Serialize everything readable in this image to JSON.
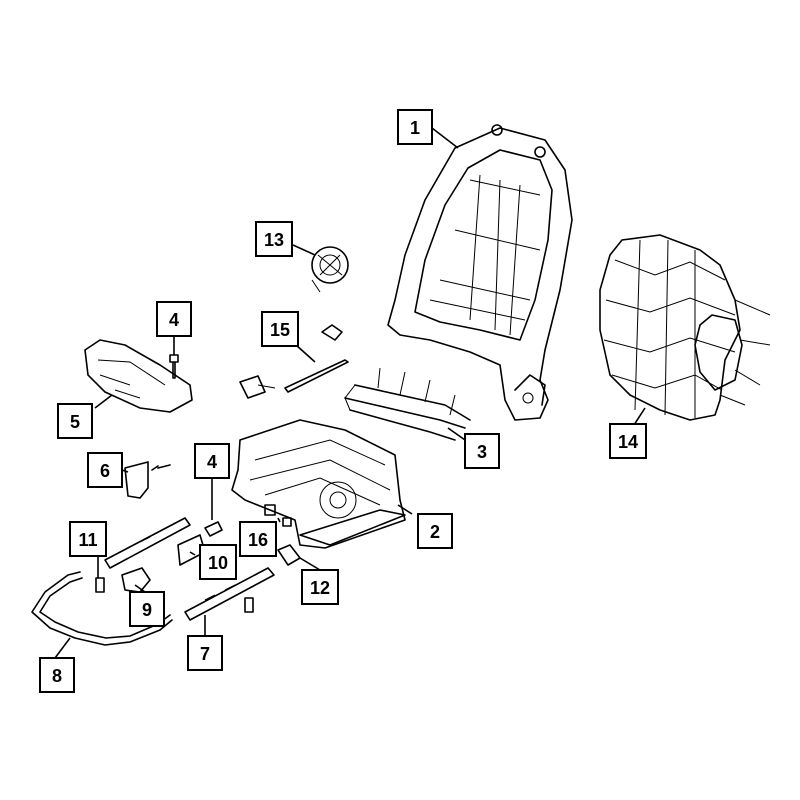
{
  "callouts": [
    {
      "id": "c1",
      "label": "1"
    },
    {
      "id": "c2",
      "label": "2"
    },
    {
      "id": "c3",
      "label": "3"
    },
    {
      "id": "c4a",
      "label": "4"
    },
    {
      "id": "c4b",
      "label": "4"
    },
    {
      "id": "c5",
      "label": "5"
    },
    {
      "id": "c6",
      "label": "6"
    },
    {
      "id": "c7",
      "label": "7"
    },
    {
      "id": "c8",
      "label": "8"
    },
    {
      "id": "c9",
      "label": "9"
    },
    {
      "id": "c10",
      "label": "10"
    },
    {
      "id": "c11",
      "label": "11"
    },
    {
      "id": "c12",
      "label": "12"
    },
    {
      "id": "c13",
      "label": "13"
    },
    {
      "id": "c14",
      "label": "14"
    },
    {
      "id": "c15",
      "label": "15"
    },
    {
      "id": "c16",
      "label": "16"
    }
  ],
  "colors": {
    "line": "#000000",
    "background": "#ffffff"
  }
}
